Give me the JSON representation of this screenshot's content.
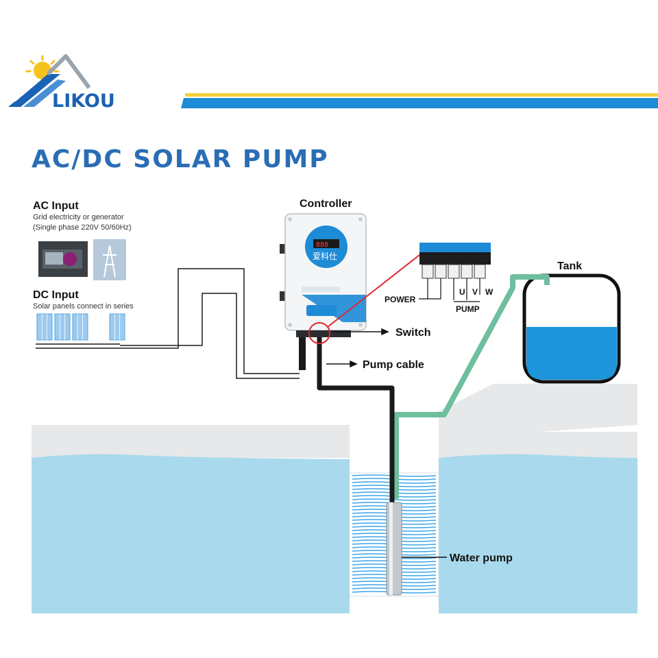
{
  "brand": {
    "name": "LIKOU"
  },
  "title": "AC/DC SOLAR PUMP",
  "ac_input": {
    "heading": "AC Input",
    "line1": "Grid electricity or generator",
    "line2": "(Single phase 220V 50/60Hz)"
  },
  "dc_input": {
    "heading": "DC Input",
    "line1": "Solar panels connect in series"
  },
  "controller": {
    "label": "Controller",
    "display": "888",
    "brand_text": "爱科仕"
  },
  "terminal": {
    "power_label": "POWER",
    "u_label": "U",
    "v_label": "V",
    "w_label": "W",
    "pump_label": "PUMP"
  },
  "switch_label": "Switch",
  "pump_cable_label": "Pump cable",
  "tank_label": "Tank",
  "water_pump_label": "Water pump",
  "colors": {
    "brand_blue": "#2a6db5",
    "stripe_yellow": "#f2cf3a",
    "stripe_blue": "#1e8bd6",
    "water": "#a9d9ec",
    "tank_water": "#1e95da",
    "pipe_green": "#6dbf9e",
    "callout_red": "#e0262e"
  },
  "icons": [
    "sun-icon",
    "solar-roof-icon",
    "generator-icon",
    "grid-tower-icon",
    "solar-panel-icon"
  ]
}
